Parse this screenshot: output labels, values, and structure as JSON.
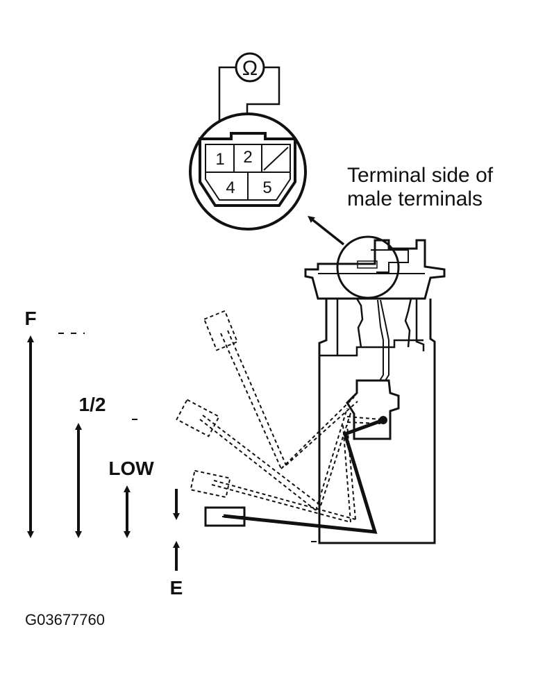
{
  "diagram": {
    "connector": {
      "meter_symbol": "Ω",
      "pins": [
        "1",
        "2",
        "4",
        "5"
      ]
    },
    "callout": {
      "line1": "Terminal side of",
      "line2": "male terminals"
    },
    "levels": {
      "full": "F",
      "half": "1/2",
      "low": "LOW",
      "empty": "E"
    },
    "figure_code": "G03677760"
  }
}
